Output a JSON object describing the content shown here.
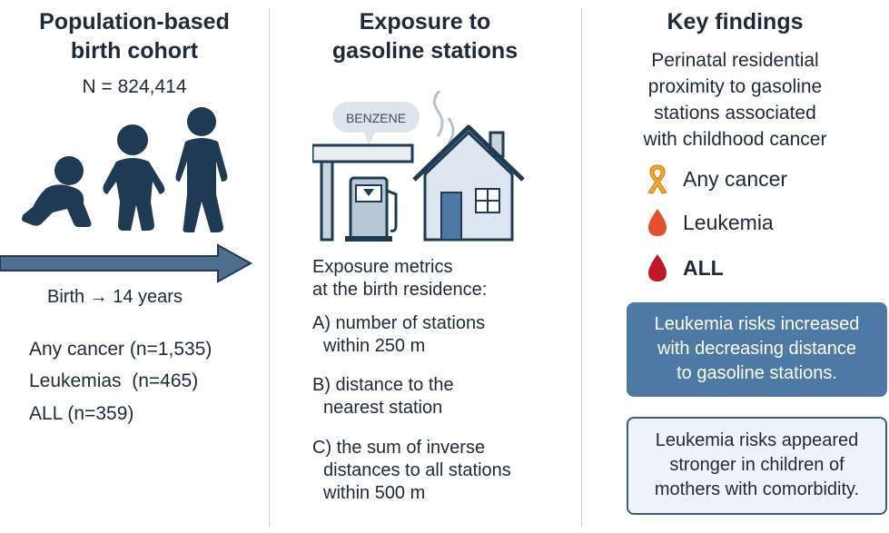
{
  "cohort": {
    "title_line1": "Population-based",
    "title_line2": "birth cohort",
    "n_label": "N = 824,414",
    "timeline_label": "Birth → 14 years",
    "counts": [
      "Any cancer (n=1,535)",
      "Leukemias  (n=465)",
      "ALL (n=359)"
    ]
  },
  "exposure": {
    "title_line1": "Exposure to",
    "title_line2": "gasoline stations",
    "benzene_label": "BENZENE",
    "metrics_intro_line1": "Exposure metrics",
    "metrics_intro_line2": "at the birth residence:",
    "metrics": [
      {
        "line1": "A) number of stations",
        "line2": "within 250 m"
      },
      {
        "line1": "B) distance to the",
        "line2": "nearest station"
      },
      {
        "line1": "C) the sum of inverse",
        "line2": "distances to all stations",
        "line3": "within 500 m"
      }
    ]
  },
  "findings": {
    "title": "Key findings",
    "intro": [
      "Perinatal residential",
      "proximity to gasoline",
      "stations associated",
      "with childhood cancer"
    ],
    "legend": [
      {
        "label": "Any cancer",
        "icon": "ribbon-icon",
        "color": "#f0a92a"
      },
      {
        "label": "Leukemia",
        "icon": "blood-drop-icon",
        "color": "#e2502e"
      },
      {
        "label": "ALL",
        "icon": "blood-drop-icon",
        "color": "#c0182a"
      }
    ],
    "box1": [
      "Leukemia risks increased",
      "with decreasing distance",
      "to gasoline stations."
    ],
    "box2": [
      "Leukemia risks appeared",
      "stronger in children of",
      "mothers with comorbidity."
    ]
  },
  "colors": {
    "figure_dark": "#1f3a52",
    "box_fill": "#4f79a5",
    "box_border": "#3b5c80",
    "house_fill": "#dde6f0",
    "pump_fill": "#b8c7d6"
  }
}
